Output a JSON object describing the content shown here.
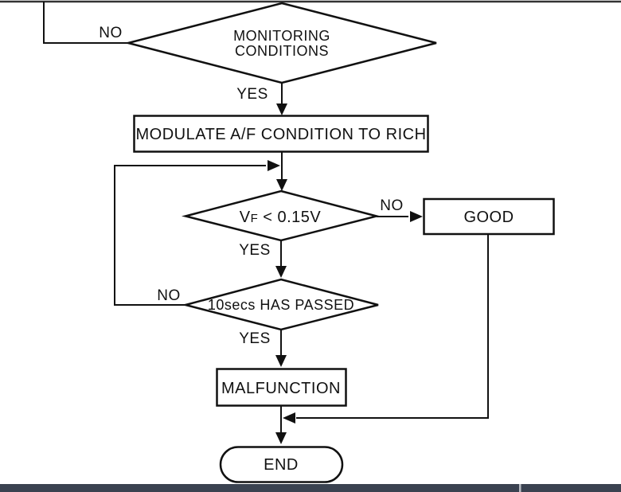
{
  "flowchart": {
    "decision_monitoring": {
      "text_line1": "MONITORING",
      "text_line2": "CONDITIONS",
      "no_label": "NO",
      "yes_label": "YES"
    },
    "process_modulate": {
      "label": "MODULATE A/F CONDITION TO RICH"
    },
    "decision_vf": {
      "symbol": "V",
      "subscript": "F",
      "condition": "< 0.15V",
      "no_label": "NO",
      "yes_label": "YES"
    },
    "process_good": {
      "label": "GOOD"
    },
    "decision_timer": {
      "label": "10secs HAS PASSED",
      "no_label": "NO",
      "yes_label": "YES"
    },
    "process_malfunction": {
      "label": "MALFUNCTION"
    },
    "terminal_end": {
      "label": "END"
    }
  },
  "colors": {
    "line": "#111111",
    "background": "#ffffff",
    "top_rule": "#333333",
    "bottom_bar": "#3a4250",
    "bottom_bar_separator": "#b9bdc4"
  }
}
